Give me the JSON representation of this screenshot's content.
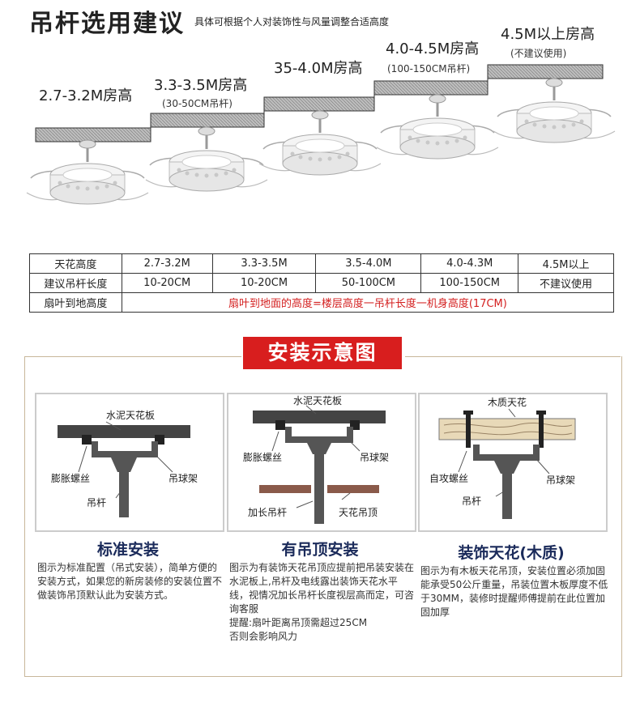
{
  "header": {
    "title": "吊杆选用建议",
    "subtitle": "具体可根据个人对装饰性与风量调整合适高度"
  },
  "heights": [
    {
      "label": "2.7-3.2M房高",
      "sub": ""
    },
    {
      "label": "3.3-3.5M房高",
      "sub": "(30-50CM吊杆)"
    },
    {
      "label": "35-4.0M房高",
      "sub": ""
    },
    {
      "label": "4.0-4.5M房高",
      "sub": "(100-150CM吊杆)"
    },
    {
      "label": "4.5M以上房高",
      "sub": "(不建议使用)"
    }
  ],
  "table": {
    "row1": [
      "天花高度",
      "2.7-3.2M",
      "3.3-3.5M",
      "3.5-4.0M",
      "4.0-4.3M",
      "4.5M以上"
    ],
    "row2": [
      "建议吊杆长度",
      "10-20CM",
      "10-20CM",
      "50-100CM",
      "100-150CM",
      "不建议使用"
    ],
    "row3_label": "扇叶到地高度",
    "row3_formula": "扇叶到地面的高度=楼层高度一吊杆长度一机身高度(17CM)"
  },
  "install": {
    "banner": "安装示意图",
    "panels": [
      {
        "title": "标准安装",
        "labels": {
          "ceiling": "水泥天花板",
          "bolt": "膨胀螺丝",
          "bracket": "吊球架",
          "rod": "吊杆"
        },
        "desc": "图示为标准配置（吊式安装），简单方便的安装方式，如果您的新房装修的安装位置不做装饰吊顶默认此为安装方式。"
      },
      {
        "title": "有吊顶安装",
        "labels": {
          "ceiling": "水泥天花板",
          "bolt": "膨胀螺丝",
          "bracket": "吊球架",
          "rod": "加长吊杆",
          "drop": "天花吊顶"
        },
        "desc": "图示为有装饰天花吊顶应提前把吊装安装在水泥板上,吊杆及电线露出装饰天花水平线，视情况加长吊杆长度视层高而定，可咨询客服",
        "note1": "提醒:扇叶距离吊顶需超过25CM",
        "note2": "否则会影响风力"
      },
      {
        "title": "装饰天花(木质)",
        "labels": {
          "ceiling": "木质天花",
          "bolt": "自攻螺丝",
          "bracket": "吊球架",
          "rod": "吊杆"
        },
        "desc": "图示为有木板天花吊顶，安装位置必须加固能承受50公斤重量，吊装位置木板厚度不低于30MM，装修时提醒师傅提前在此位置加固加厚"
      }
    ]
  },
  "colors": {
    "banner": "#d81e1e",
    "formula": "#d42020",
    "method_title": "#1a2a5a"
  }
}
